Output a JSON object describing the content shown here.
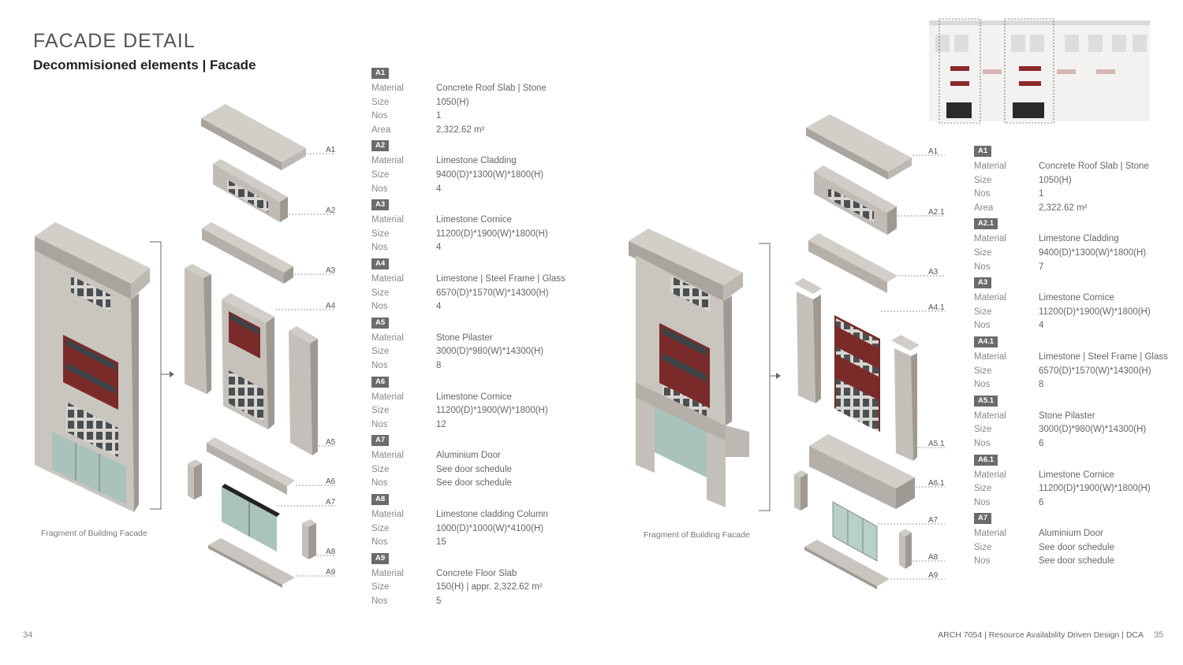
{
  "header": {
    "title": "FACADE DETAIL",
    "subtitle": "Decommisioned elements | Facade"
  },
  "left": {
    "caption": "Fragment of Building Facade",
    "labels": [
      "A1",
      "A2",
      "A3",
      "A4",
      "A5",
      "A6",
      "A7",
      "A8",
      "A9"
    ],
    "specs": [
      {
        "id": "A1",
        "rows": [
          [
            "Material",
            "Concrete Roof Slab | Stone"
          ],
          [
            "Size",
            "1050(H)"
          ],
          [
            "Nos",
            "1"
          ],
          [
            "Area",
            "2,322.62 m²"
          ]
        ]
      },
      {
        "id": "A2",
        "rows": [
          [
            "Material",
            "Limestone Cladding"
          ],
          [
            "Size",
            "9400(D)*1300(W)*1800(H)"
          ],
          [
            "Nos",
            "4"
          ]
        ]
      },
      {
        "id": "A3",
        "rows": [
          [
            "Material",
            "Limestone Cornice"
          ],
          [
            "Size",
            "11200(D)*1900(W)*1800(H)"
          ],
          [
            "Nos",
            "4"
          ]
        ]
      },
      {
        "id": "A4",
        "rows": [
          [
            "Material",
            "Limestone | Steel Frame | Glass"
          ],
          [
            "Size",
            "6570(D)*1570(W)*14300(H)"
          ],
          [
            "Nos",
            "4"
          ]
        ]
      },
      {
        "id": "A5",
        "rows": [
          [
            "Material",
            "Stone Pilaster"
          ],
          [
            "Size",
            "3000(D)*980(W)*14300(H)"
          ],
          [
            "Nos",
            "8"
          ]
        ]
      },
      {
        "id": "A6",
        "rows": [
          [
            "Material",
            "Limestone Cornice"
          ],
          [
            "Size",
            "11200(D)*1900(W)*1800(H)"
          ],
          [
            "Nos",
            "12"
          ]
        ]
      },
      {
        "id": "A7",
        "rows": [
          [
            "Material",
            "Aluminium Door"
          ],
          [
            "Size",
            "See door schedule"
          ],
          [
            "Nos",
            "See door schedule"
          ]
        ]
      },
      {
        "id": "A8",
        "rows": [
          [
            "Material",
            "Limestone cladding Column"
          ],
          [
            "Size",
            "1000(D)*1000(W)*4100(H)"
          ],
          [
            "Nos",
            "15"
          ]
        ]
      },
      {
        "id": "A9",
        "rows": [
          [
            "Material",
            "Concrete Floor Slab"
          ],
          [
            "Size",
            "150(H) | appr. 2,322.62 m²"
          ],
          [
            "Nos",
            "5"
          ]
        ]
      }
    ]
  },
  "right": {
    "caption": "Fragment of Building Facade",
    "labels": [
      "A1",
      "A2.1",
      "A3",
      "A4.1",
      "A5.1",
      "A6.1",
      "A7",
      "A8",
      "A9"
    ],
    "specs": [
      {
        "id": "A1",
        "rows": [
          [
            "Material",
            "Concrete Roof Slab | Stone"
          ],
          [
            "Size",
            "1050(H)"
          ],
          [
            "Nos",
            "1"
          ],
          [
            "Area",
            "2,322.62 m²"
          ]
        ]
      },
      {
        "id": "A2.1",
        "rows": [
          [
            "Material",
            "Limestone Cladding"
          ],
          [
            "Size",
            "9400(D)*1300(W)*1800(H)"
          ],
          [
            "Nos",
            "7"
          ]
        ]
      },
      {
        "id": "A3",
        "rows": [
          [
            "Material",
            "Limestone Cornice"
          ],
          [
            "Size",
            "11200(D)*1900(W)*1800(H)"
          ],
          [
            "Nos",
            "4"
          ]
        ]
      },
      {
        "id": "A4.1",
        "rows": [
          [
            "Material",
            "Limestone | Steel Frame | Glass"
          ],
          [
            "Size",
            "6570(D)*1570(W)*14300(H)"
          ],
          [
            "Nos",
            "8"
          ]
        ]
      },
      {
        "id": "A5.1",
        "rows": [
          [
            "Material",
            "Stone Pilaster"
          ],
          [
            "Size",
            "3000(D)*980(W)*14300(H)"
          ],
          [
            "Nos",
            "6"
          ]
        ]
      },
      {
        "id": "A6.1",
        "rows": [
          [
            "Material",
            "Limestone Cornice"
          ],
          [
            "Size",
            "11200(D)*1900(W)*1800(H)"
          ],
          [
            "Nos",
            "6"
          ]
        ]
      },
      {
        "id": "A7",
        "rows": [
          [
            "Material",
            "Aluminium Door"
          ],
          [
            "Size",
            "See door schedule"
          ],
          [
            "Nos",
            "See door schedule"
          ]
        ]
      }
    ]
  },
  "footer": {
    "page_left": "34",
    "page_right": "35",
    "credit": "ARCH 7054  |  Resource  Availability  Driven Design |  DCA"
  },
  "colors": {
    "stone": "#c9c5bf",
    "stone_dark": "#a9a49d",
    "brick": "#8a2a2a",
    "glass": "#b9cfc9",
    "badge": "#6b6b6b"
  }
}
